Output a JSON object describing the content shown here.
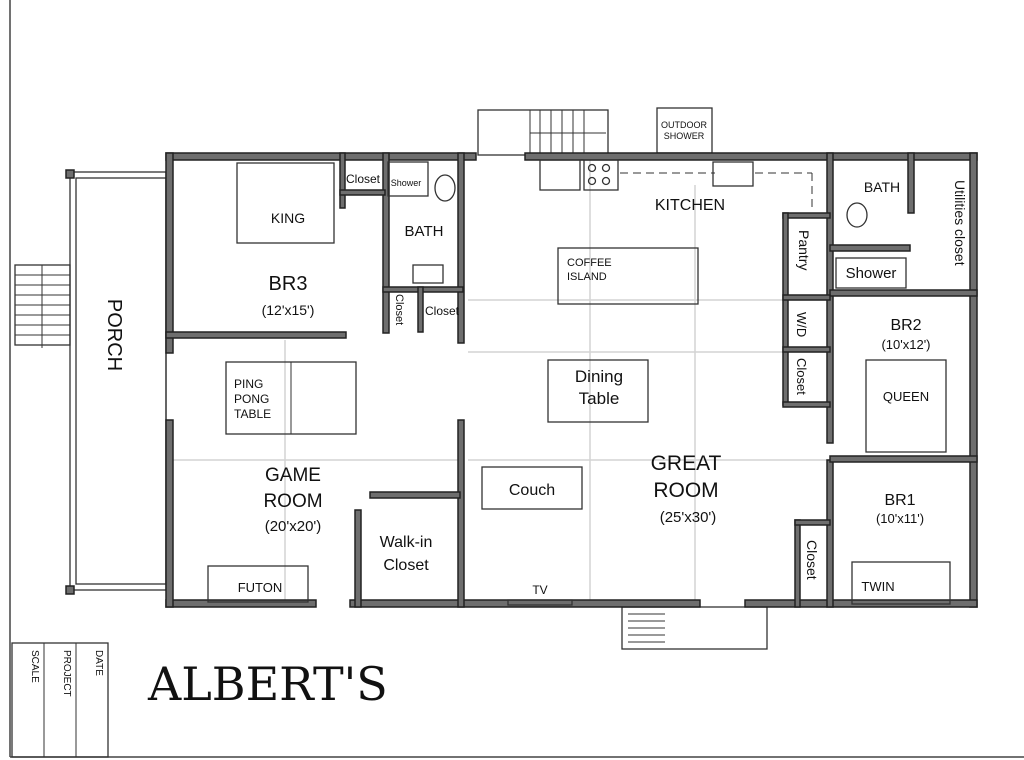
{
  "title": "ALBERT'S",
  "title_block": {
    "scale": "SCALE",
    "project": "PROJECT",
    "date": "DATE"
  },
  "rooms": {
    "porch": "PORCH",
    "br3": {
      "bed": "KING",
      "name": "BR3",
      "size": "(12'x15')"
    },
    "closet_br3": "Closet",
    "bath_left": {
      "shower": "Shower",
      "name": "BATH"
    },
    "closet_a": "Closet",
    "closet_b": "Closet",
    "outdoor_shower": {
      "line1": "OUTDOOR",
      "line2": "SHOWER"
    },
    "kitchen": "KITCHEN",
    "coffee_island": {
      "line1": "COFFEE",
      "line2": "ISLAND"
    },
    "dining_table": {
      "line1": "Dining",
      "line2": "Table"
    },
    "great_room": {
      "line1": "GREAT",
      "line2": "ROOM",
      "size": "(25'x30')"
    },
    "couch": "Couch",
    "tv": "TV",
    "game_room": {
      "line1": "GAME",
      "line2": "ROOM",
      "size": "(20'x20')"
    },
    "ping_pong": {
      "line1": "PING",
      "line2": "PONG",
      "line3": "TABLE"
    },
    "walk_in": {
      "line1": "Walk-in",
      "line2": "Closet"
    },
    "futon": "FUTON",
    "pantry": "Pantry",
    "wd": "W/D",
    "closet_wd": "Closet",
    "closet_br1": "Closet",
    "bath_right": "BATH",
    "shower_right": "Shower",
    "utilities": "Utilities closet",
    "br2": {
      "name": "BR2",
      "size": "(10'x12')",
      "bed": "QUEEN"
    },
    "br1": {
      "name": "BR1",
      "size": "(10'x11')",
      "bed": "TWIN"
    }
  }
}
